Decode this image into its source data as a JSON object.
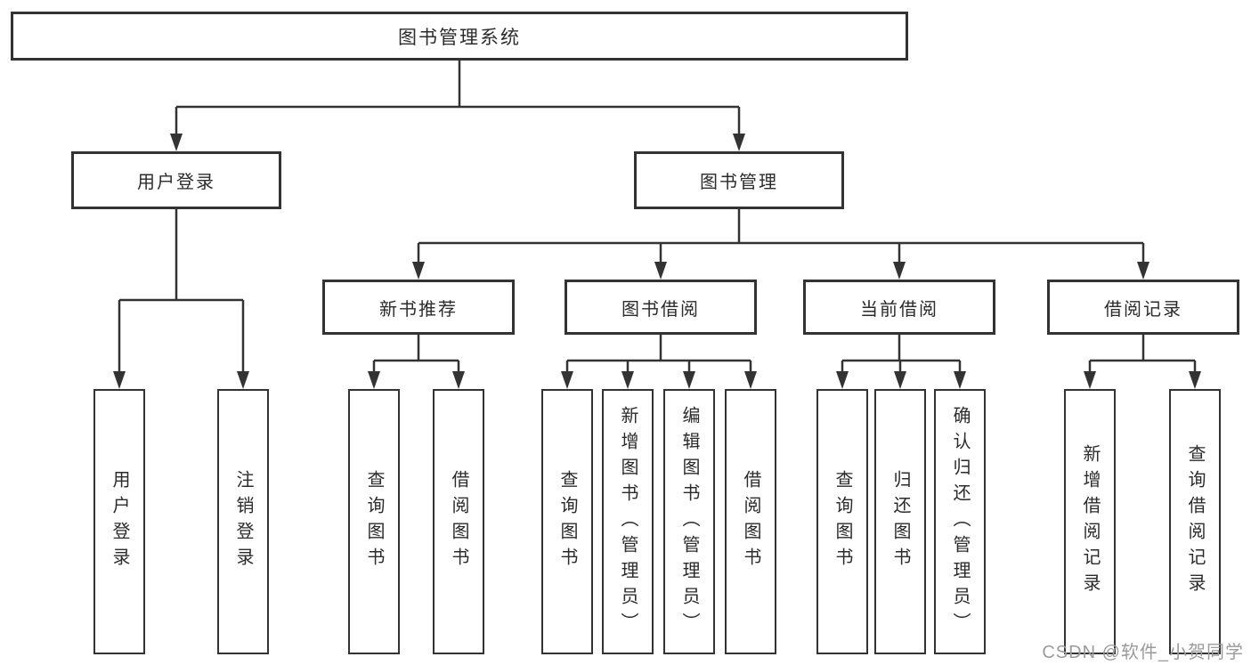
{
  "diagram": {
    "type": "hierarchy-diagram",
    "nodes": {
      "root": {
        "label": "图书管理系统"
      },
      "userLogin": {
        "label": "用户登录"
      },
      "bookMgmt": {
        "label": "图书管理"
      },
      "newBooks": {
        "label": "新书推荐"
      },
      "bookBorrow": {
        "label": "图书借阅"
      },
      "currentBorrow": {
        "label": "当前借阅"
      },
      "borrowRecords": {
        "label": "借阅记录"
      },
      "ulLogin": {
        "label": "用户登录"
      },
      "ulLogout": {
        "label": "注销登录"
      },
      "nbQuery": {
        "label": "查询图书"
      },
      "nbBorrow": {
        "label": "借阅图书"
      },
      "bbQuery": {
        "label": "查询图书"
      },
      "bbAdd": {
        "label": "新增图书（管理员）"
      },
      "bbEdit": {
        "label": "编辑图书（管理员）"
      },
      "bbBorrow": {
        "label": "借阅图书"
      },
      "cbQuery": {
        "label": "查询图书"
      },
      "cbReturn": {
        "label": "归还图书"
      },
      "cbConfirm": {
        "label": "确认归还（管理员）"
      },
      "brAdd": {
        "label": "新增借阅记录"
      },
      "brQuery": {
        "label": "查询借阅记录"
      }
    },
    "hierarchy": {
      "图书管理系统": {
        "用户登录": [
          "用户登录",
          "注销登录"
        ],
        "图书管理": {
          "新书推荐": [
            "查询图书",
            "借阅图书"
          ],
          "图书借阅": [
            "查询图书",
            "新增图书（管理员）",
            "编辑图书（管理员）",
            "借阅图书"
          ],
          "当前借阅": [
            "查询图书",
            "归还图书",
            "确认归还（管理员）"
          ],
          "借阅记录": [
            "新增借阅记录",
            "查询借阅记录"
          ]
        }
      }
    },
    "colors": {
      "line": "#333333",
      "text": "#2b2b2b",
      "watermark_text": "#9b9b9b",
      "background": "#ffffff"
    },
    "watermark": "CSDN @软件_小贺同学"
  }
}
